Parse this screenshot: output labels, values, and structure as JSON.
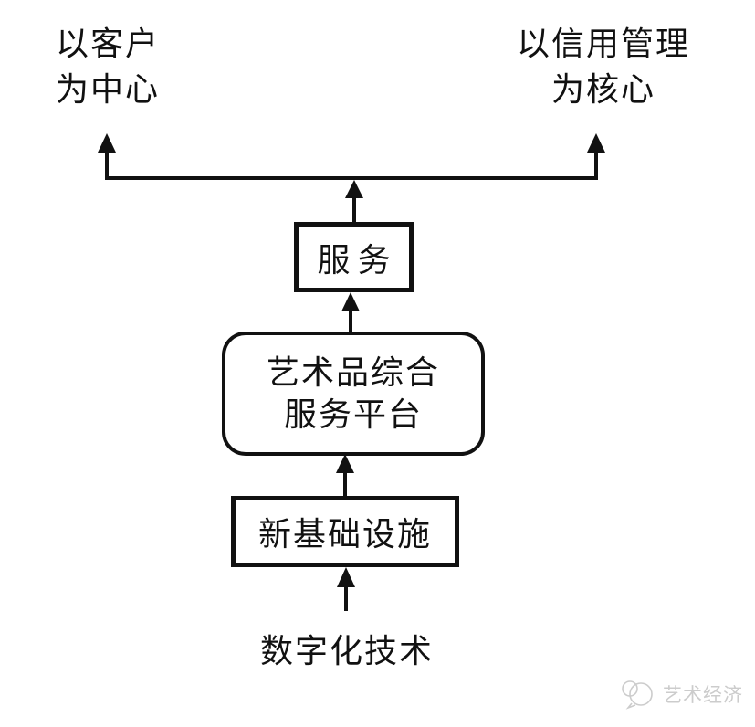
{
  "diagram": {
    "top_left_label": {
      "line1": "以客户",
      "line2": "为中心"
    },
    "top_right_label": {
      "line1": "以信用管理",
      "line2": "为核心"
    },
    "service_box_label": "服务",
    "platform_box": {
      "line1": "艺术品综合",
      "line2": "服务平台"
    },
    "infrastructure_box_label": "新基础设施",
    "bottom_label": "数字化技术"
  },
  "watermark": {
    "text": "艺术经济",
    "logo_icon": "chat-bubbles-icon"
  },
  "colors": {
    "foreground": "#111111",
    "background": "#ffffff",
    "watermark": "#cccccc"
  }
}
